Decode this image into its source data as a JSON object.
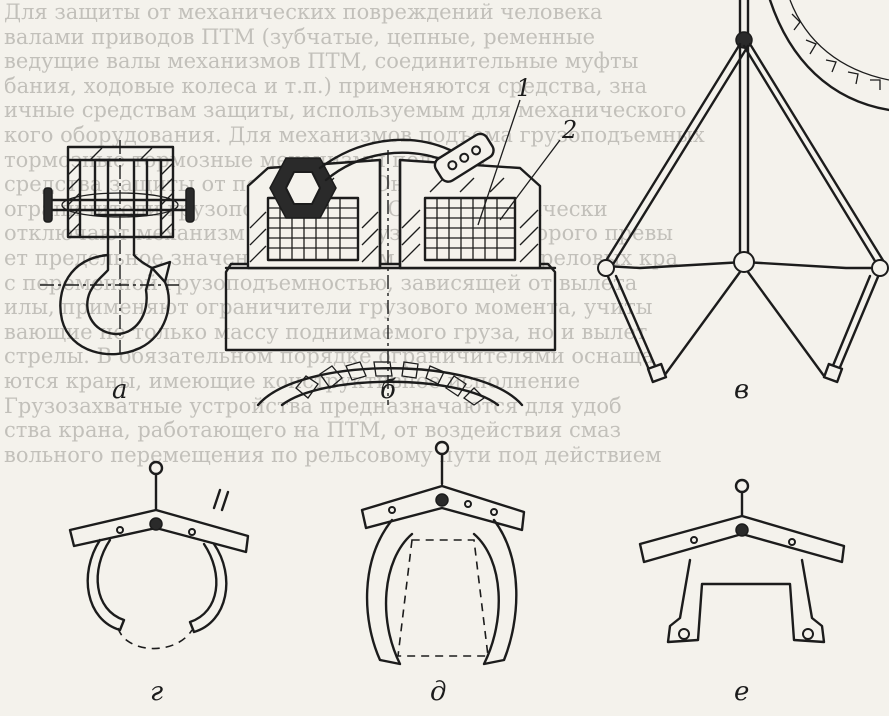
{
  "figure": {
    "panel_labels": [
      "а",
      "б",
      "в",
      "г",
      "д",
      "е"
    ],
    "callouts": [
      "1",
      "2"
    ]
  },
  "background_text": [
    "Для защиты от механических повреждений человека",
    "валами приводов ПТМ (зубчатые, цепные, ременные",
    "ведущие валы механизмов ПТМ, соединительные муфты",
    "бания, ходовые колеса и т.п.) применяются средства, зна",
    "ичные средствам защиты, используемым для механического",
    "кого оборудования. Для механизмов подъема грузоподъемных",
    "тормозные тормозные механизмы подъема",
    "средства защиты от перегрузки. Они авто",
    "ограничители грузоподъемности. Они автоматически",
    "отключают механизм подъема груза, масса которого превы",
    "ет предельное значение более чем на 10%. В стреловых кра",
    "с переменной грузоподъемностью, зависящей от вылета",
    "илы, применяют ограничители грузового момента, учиты",
    "вающие не только массу поднимаемого груза, но и вылет",
    "стрелы. В обязательном порядке ограничителями оснаща",
    "ются краны, имеющие конструктивное исполнение",
    "Грузозахватные устройства предназначаются для удоб",
    "ства крана, работающего на ПТМ, от воздействия смаз",
    "вольного перемещения по рельсовому пути под действием"
  ]
}
